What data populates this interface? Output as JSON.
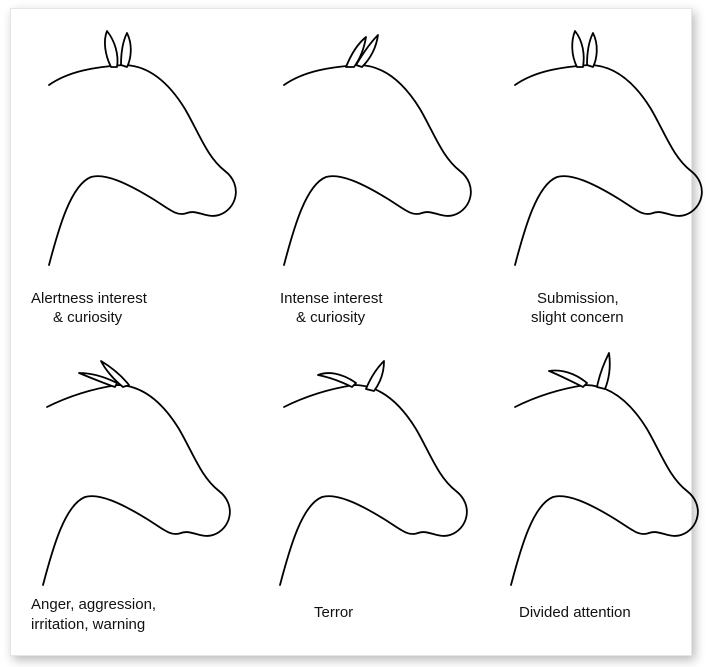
{
  "panels": [
    {
      "caption_line1": "Alertness interest",
      "caption_line2": "& curiosity"
    },
    {
      "caption_line1": "Intense interest",
      "caption_line2": "& curiosity"
    },
    {
      "caption_line1": "Submission,",
      "caption_line2": "slight concern"
    },
    {
      "caption_line1": "Anger, aggression,",
      "caption_line2": "irritation, warning"
    },
    {
      "caption_line1": "Terror",
      "caption_line2": ""
    },
    {
      "caption_line1": "Divided attention",
      "caption_line2": ""
    }
  ]
}
